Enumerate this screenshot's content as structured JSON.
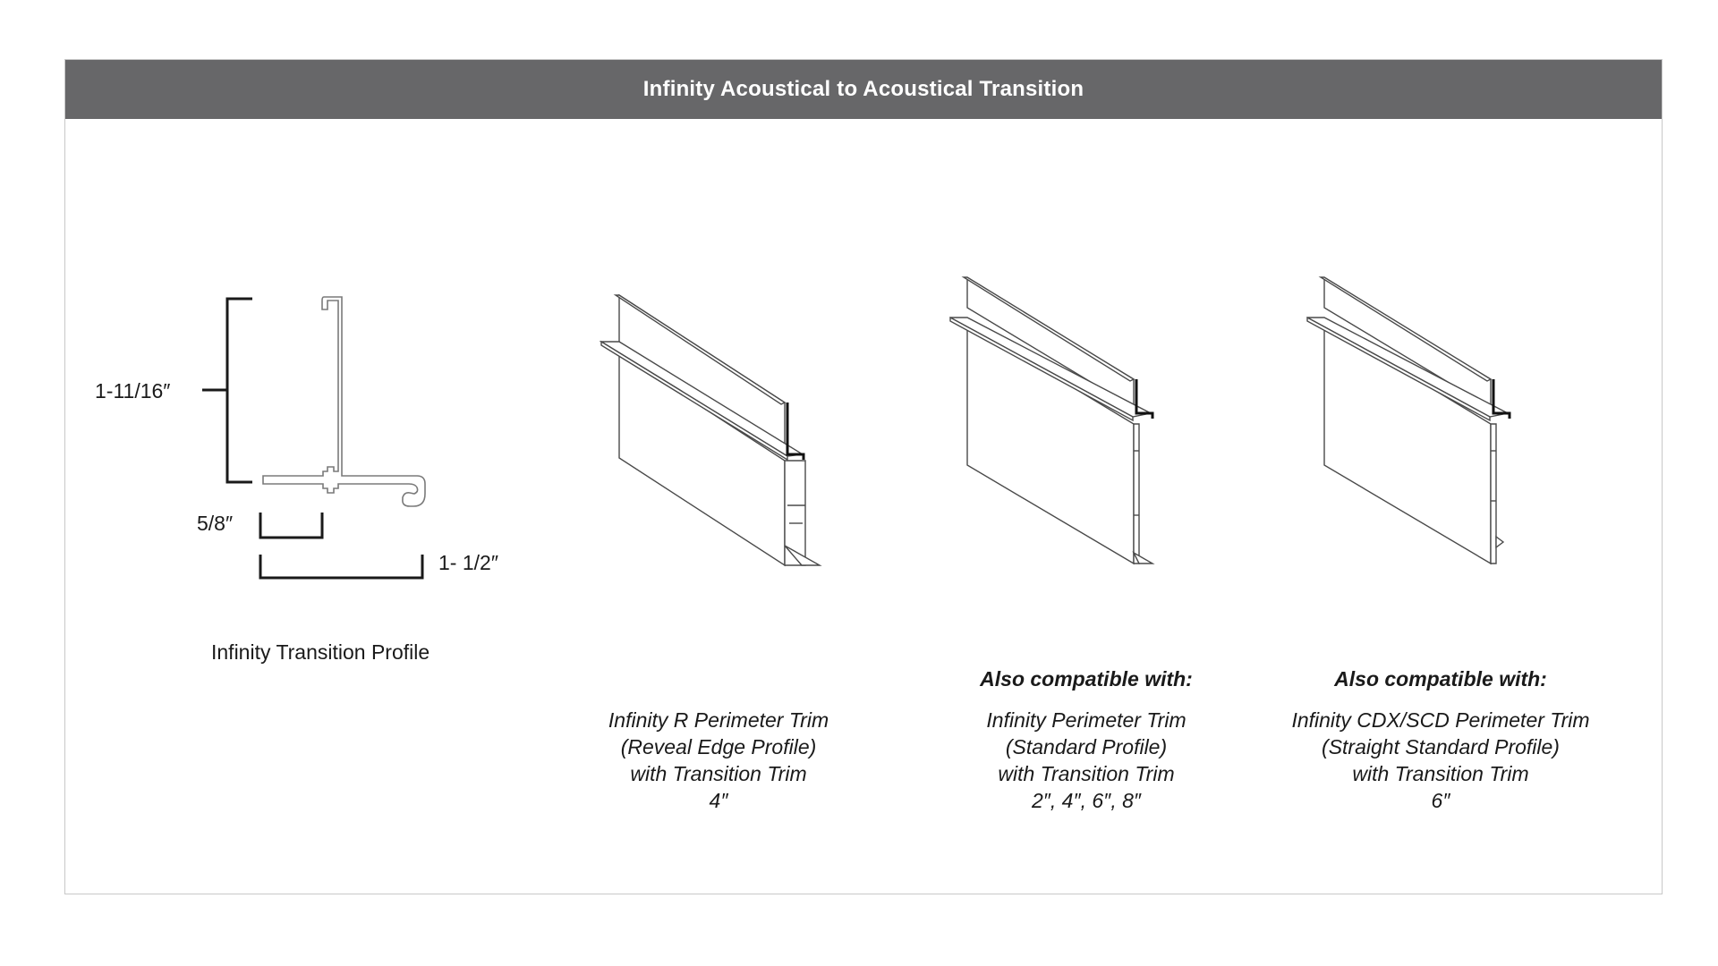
{
  "header": {
    "title": "Infinity Acoustical to Acoustical Transition"
  },
  "profile": {
    "dim_height": "1-11/16″",
    "dim_short": "5/8″",
    "dim_long": "1- 1/2″",
    "caption": "Infinity Transition Profile"
  },
  "trims": [
    {
      "compat_label": "",
      "lines": [
        "Infinity R Perimeter Trim",
        "(Reveal Edge Profile)",
        "with Transition Trim",
        "4″"
      ]
    },
    {
      "compat_label": "Also compatible with:",
      "lines": [
        "Infinity Perimeter Trim",
        "(Standard Profile)",
        "with Transition Trim",
        "2″, 4″, 6″, 8″"
      ]
    },
    {
      "compat_label": "Also compatible with:",
      "lines": [
        "Infinity CDX/SCD Perimeter Trim",
        "(Straight Standard Profile)",
        "with Transition Trim",
        "6″"
      ]
    }
  ]
}
